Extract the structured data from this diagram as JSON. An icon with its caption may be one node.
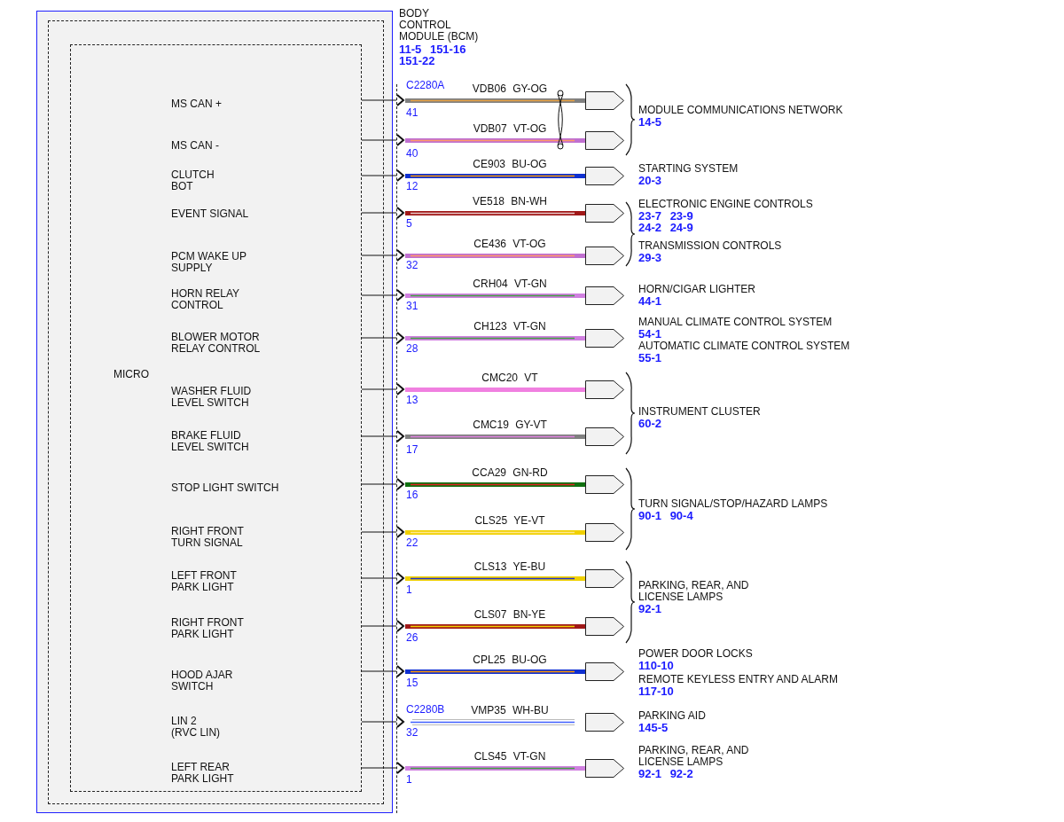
{
  "diagram": {
    "nodes": [
      {
        "text": [
          "BODY CONTROL MODULE (BCM)",
          "11-5 151-16 151-22"
        ]
      },
      {
        "text": [],
        "shape": "box",
        "in": 0
      },
      {
        "text": [
          "MICRO",
          "MS CAN +",
          "MS CAN -",
          "CLUTCH BOT",
          "EVENT SIGNAL",
          "PCM WAKE UP SUPPLY",
          "HORN RELAY CONTROL",
          "BLOWER MOTOR RELAY CONTROL",
          "WASHER FLUID LEVEL SWITCH",
          "BRAKE FLUID LEVEL SWITCH",
          "STOP LIGHT SWITCH",
          "RIGHT FRONT TURN SIGNAL",
          "LEFT FRONT PARK LIGHT",
          "RIGHT FRONT PARK LIGHT",
          "HOOD AJAR SWITCH",
          "LIN 2 (RVC LIN)",
          "LEFT REAR PARK LIGHT"
        ],
        "in": 1
      },
      {
        "text": [
          "C2280A"
        ]
      },
      {
        "text": [
          "C2280B"
        ]
      },
      {
        "text": [],
        "shape": "pentagon"
      },
      {
        "text": [],
        "shape": "pentagon"
      },
      {
        "text": [],
        "shape": "pentagon"
      },
      {
        "text": [],
        "shape": "pentagon"
      },
      {
        "text": [],
        "shape": "pentagon"
      },
      {
        "text": [],
        "shape": "pentagon"
      },
      {
        "text": [],
        "shape": "pentagon"
      },
      {
        "text": [],
        "shape": "pentagon"
      },
      {
        "text": [],
        "shape": "pentagon"
      },
      {
        "text": [],
        "shape": "pentagon"
      },
      {
        "text": [],
        "shape": "pentagon"
      },
      {
        "text": [],
        "shape": "pentagon"
      },
      {
        "text": [],
        "shape": "pentagon"
      },
      {
        "text": [],
        "shape": "pentagon"
      },
      {
        "text": [],
        "shape": "pentagon"
      },
      {
        "text": [],
        "shape": "pentagon"
      }
    ],
    "edges": [
      {
        "from": 2,
        "to": 3,
        "arrow": "to"
      },
      {
        "from": 3,
        "to": 5,
        "arrow": "none",
        "style": "thick",
        "label": "VDB06 GY-OG",
        "color": "#808080"
      },
      {
        "from": 2,
        "to": 3,
        "arrow": "to"
      },
      {
        "from": 3,
        "to": 6,
        "arrow": "none",
        "style": "thick",
        "label": "VDB07 VT-OG",
        "color": "#c070d0"
      },
      {
        "from": 2,
        "to": 3,
        "arrow": "to"
      },
      {
        "from": 3,
        "to": 7,
        "arrow": "none",
        "style": "thick",
        "label": "CE903 BU-OG",
        "color": "#1030d0"
      },
      {
        "from": 2,
        "to": 3,
        "arrow": "to"
      },
      {
        "from": 3,
        "to": 8,
        "arrow": "none",
        "style": "thick",
        "label": "VE518 BN-WH",
        "color": "#a01818"
      },
      {
        "from": 2,
        "to": 3,
        "arrow": "to"
      },
      {
        "from": 3,
        "to": 9,
        "arrow": "none",
        "style": "thick",
        "label": "CE436 VT-OG",
        "color": "#c070d0"
      },
      {
        "from": 2,
        "to": 3,
        "arrow": "to"
      },
      {
        "from": 3,
        "to": 10,
        "arrow": "none",
        "style": "thick",
        "label": "CRH04 VT-GN",
        "color": "#d080e0"
      },
      {
        "from": 2,
        "to": 3,
        "arrow": "to"
      },
      {
        "from": 3,
        "to": 11,
        "arrow": "none",
        "style": "thick",
        "label": "CH123 VT-GN",
        "color": "#d080e0"
      },
      {
        "from": 2,
        "to": 3,
        "arrow": "to"
      },
      {
        "from": 3,
        "to": 12,
        "arrow": "none",
        "style": "thick",
        "label": "CMC20 VT",
        "color": "#f080e0"
      },
      {
        "from": 2,
        "to": 3,
        "arrow": "to"
      },
      {
        "from": 3,
        "to": 13,
        "arrow": "none",
        "style": "thick",
        "label": "CMC19 GY-VT",
        "color": "#808080"
      },
      {
        "from": 2,
        "to": 3,
        "arrow": "to"
      },
      {
        "from": 3,
        "to": 14,
        "arrow": "none",
        "style": "thick",
        "label": "CCA29 GN-RD",
        "color": "#107010"
      },
      {
        "from": 2,
        "to": 3,
        "arrow": "to"
      },
      {
        "from": 3,
        "to": 15,
        "arrow": "none",
        "style": "thick",
        "label": "CLS25 YE-VT",
        "color": "#f0d000"
      },
      {
        "from": 2,
        "to": 3,
        "arrow": "to"
      },
      {
        "from": 3,
        "to": 16,
        "arrow": "none",
        "style": "thick",
        "label": "CLS13 YE-BU",
        "color": "#f0d000"
      },
      {
        "from": 2,
        "to": 3,
        "arrow": "to"
      },
      {
        "from": 3,
        "to": 17,
        "arrow": "none",
        "style": "thick",
        "label": "CLS07 BN-YE",
        "color": "#a01818"
      },
      {
        "from": 2,
        "to": 3,
        "arrow": "to"
      },
      {
        "from": 3,
        "to": 18,
        "arrow": "none",
        "style": "thick",
        "label": "CPL25 BU-OG",
        "color": "#1030d0"
      },
      {
        "from": 2,
        "to": 4,
        "arrow": "to"
      },
      {
        "from": 4,
        "to": 19,
        "arrow": "none",
        "style": "thick",
        "label": "VMP35 WH-BU",
        "color": "#ffffff"
      },
      {
        "from": 2,
        "to": 4,
        "arrow": "to"
      },
      {
        "from": 4,
        "to": 20,
        "arrow": "none",
        "style": "thick",
        "label": "CLS45 VT-GN",
        "color": "#d080e0"
      }
    ],
    "labels": [
      "41",
      "MODULE COMMUNICATIONS NETWORK",
      "14-5",
      "40",
      "12",
      "STARTING SYSTEM",
      "20-3",
      "5",
      "ELECTRONIC ENGINE CONTROLS",
      "23-7 23-9",
      "24-2 24-9",
      "32",
      "TRANSMISSION CONTROLS",
      "29-3",
      "31",
      "HORN/CIGAR LIGHTER",
      "44-1",
      "MANUAL CLIMATE CONTROL SYSTEM",
      "54-1",
      "28",
      "AUTOMATIC CLIMATE CONTROL SYSTEM",
      "55-1",
      "13",
      "INSTRUMENT CLUSTER",
      "60-2",
      "17",
      "16",
      "TURN SIGNAL/STOP/HAZARD LAMPS",
      "90-1 90-4",
      "22",
      "1",
      "PARKING, REAR, AND LICENSE LAMPS",
      "92-1",
      "26",
      "POWER DOOR LOCKS",
      "110-10",
      "15",
      "REMOTE KEYLESS ENTRY AND ALARM",
      "117-10",
      "PARKING AID",
      "145-5",
      "32",
      "PARKING, REAR, AND LICENSE LAMPS",
      "92-1 92-2",
      "1"
    ]
  }
}
